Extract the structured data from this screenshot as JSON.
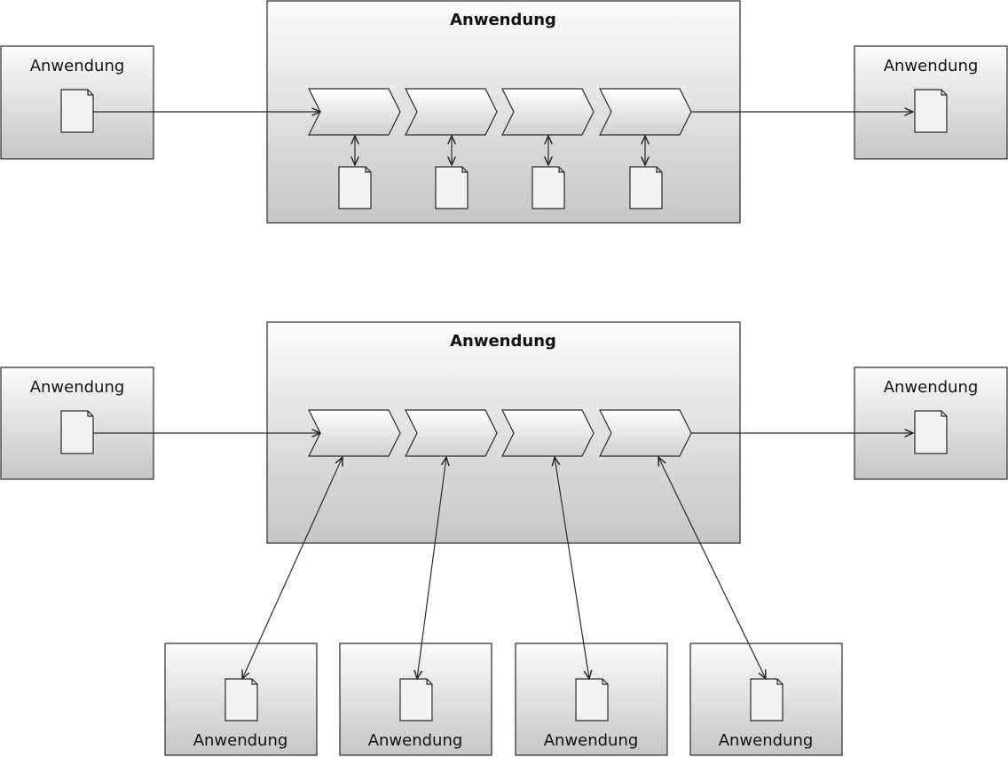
{
  "diagram_top": {
    "main_app": {
      "label": "Anwendung"
    },
    "left_app": {
      "label": "Anwendung"
    },
    "right_app": {
      "label": "Anwendung"
    },
    "process_steps": 4,
    "step_documents": 4
  },
  "diagram_bottom": {
    "main_app": {
      "label": "Anwendung"
    },
    "left_app": {
      "label": "Anwendung"
    },
    "right_app": {
      "label": "Anwendung"
    },
    "process_steps": 4,
    "external_apps": [
      {
        "label": "Anwendung"
      },
      {
        "label": "Anwendung"
      },
      {
        "label": "Anwendung"
      },
      {
        "label": "Anwendung"
      }
    ]
  },
  "colors": {
    "box_fill_top": "#fbfbfb",
    "box_fill_bottom": "#c6c6c6",
    "stroke": "#2a2a2a",
    "document_fill": "#f3f3f3"
  }
}
